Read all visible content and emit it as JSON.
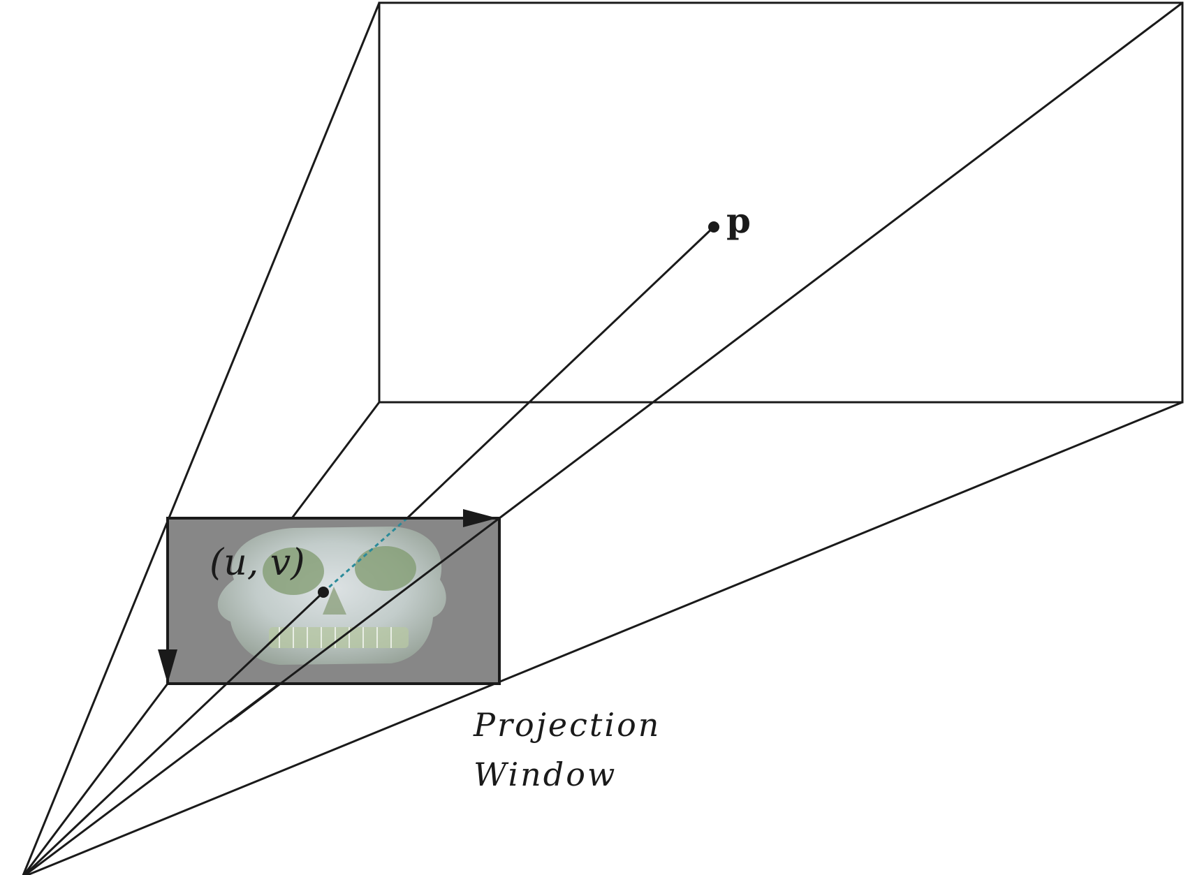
{
  "labels": {
    "point": "p",
    "uv": "(u, v)",
    "caption_line1": "Projection",
    "caption_line2": "Window"
  },
  "icons": {
    "projected_image": "skull-image-icon"
  },
  "colors": {
    "line": "#1a1a1a",
    "window_fill": "#878787",
    "dashed_ray": "#2a8a99"
  }
}
